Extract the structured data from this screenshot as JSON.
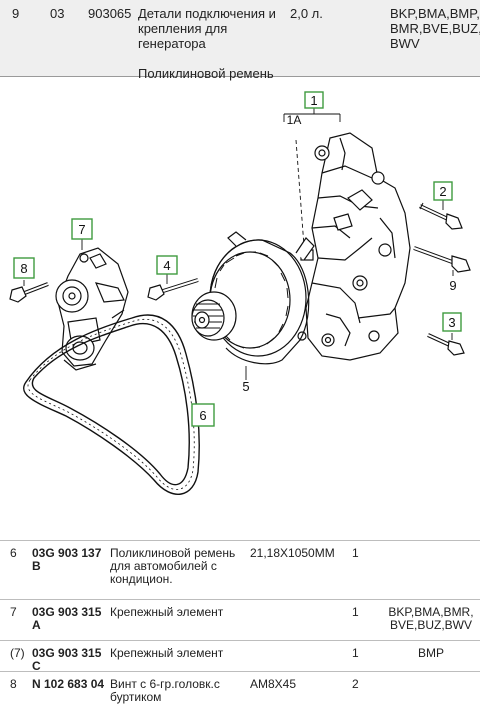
{
  "header": {
    "group": "9",
    "subgroup": "03",
    "number": "903065",
    "description": "Детали подключения и крепления для генератора",
    "description_extra": "Поликлиновой ремень",
    "engine": "2,0 л.",
    "codes": "BKP,BMA,BMP, BMR,BVE,BUZ, BWV"
  },
  "diagram": {
    "callouts": [
      "1",
      "2",
      "3",
      "4",
      "5",
      "6",
      "7",
      "8",
      "9",
      "1A"
    ]
  },
  "rows": [
    {
      "pos": "6",
      "part": "03G 903 137 B",
      "desc": "Поликлиновой ремень для автомобилей с кондицион.",
      "qty": "21,18X1050MM",
      "n": "1",
      "code": ""
    },
    {
      "pos": "7",
      "part": "03G 903 315 A",
      "desc": "Крепежный элемент",
      "qty": "",
      "n": "1",
      "code": "BKP,BMA,BMR, BVE,BUZ,BWV"
    },
    {
      "pos": "(7)",
      "part": "03G 903 315 C",
      "desc": "Крепежный элемент",
      "qty": "",
      "n": "1",
      "code": "BMP"
    },
    {
      "pos": "8",
      "part": "N 102 683 04",
      "desc": "Винт с 6-гр.головк.с буртиком",
      "qty": "AM8X45",
      "n": "2",
      "code": ""
    }
  ]
}
